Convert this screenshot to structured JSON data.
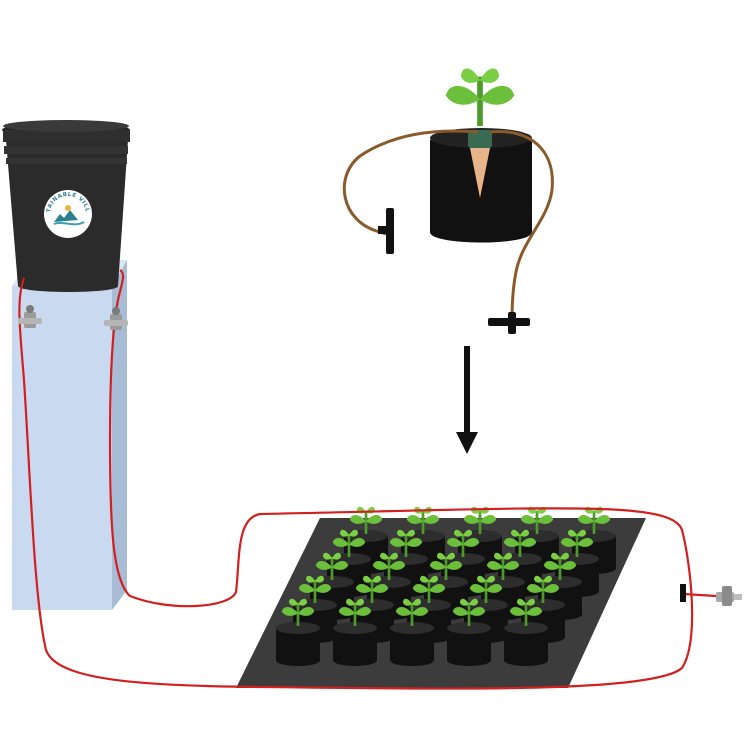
{
  "logo": {
    "text": "SUSTAINABLE VILLAGE",
    "icon": "sustainable-village-logo"
  },
  "colors": {
    "background": "#ffffff",
    "bucket": "#2b2b2b",
    "stand": "#c9daf0",
    "stand_side": "#a9bcd6",
    "feed_tube": "#d21f1f",
    "drip_tube": "#8a5a2b",
    "grow_bag": "#111111",
    "ground_mat": "#3c3c3c",
    "leaf": "#6cbf3a",
    "stem": "#4e9a2a",
    "valve": "#9a9a9a",
    "drip_spike": "#e8b48a"
  },
  "icons": [
    "bucket-reservoir-icon",
    "stand-icon",
    "valve-icon",
    "drip-spike-icon",
    "seedling-icon",
    "grow-bag-icon",
    "down-arrow-icon",
    "tee-connector-icon"
  ],
  "plant_grid": {
    "rows": 5,
    "columns": 5
  }
}
